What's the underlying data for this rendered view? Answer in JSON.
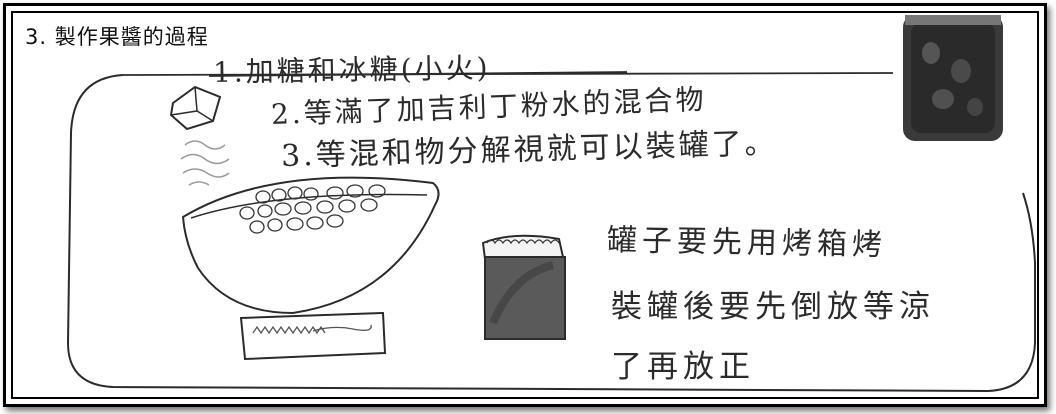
{
  "heading": "3.  製作果醬的過程",
  "steps": {
    "step1": "1.加糖和冰糖(小火)",
    "step2": "2.等滿了加吉利丁粉水的混合物",
    "step3": "3.等混和物分解視就可以裝罐了。"
  },
  "notes": {
    "note1": "罐子要先用烤箱烤",
    "note2_line1": "裝罐後要先倒放等涼",
    "note2_line2": "了再放正"
  },
  "colors": {
    "ink": "#2b2b2b",
    "jar_dark": "#3a3a3a",
    "jam_tone": "#555555"
  },
  "icons": [
    "sugar-cube-icon",
    "boiling-pot-icon",
    "jar-icon",
    "jam-jar-photo-icon",
    "stove-icon"
  ]
}
